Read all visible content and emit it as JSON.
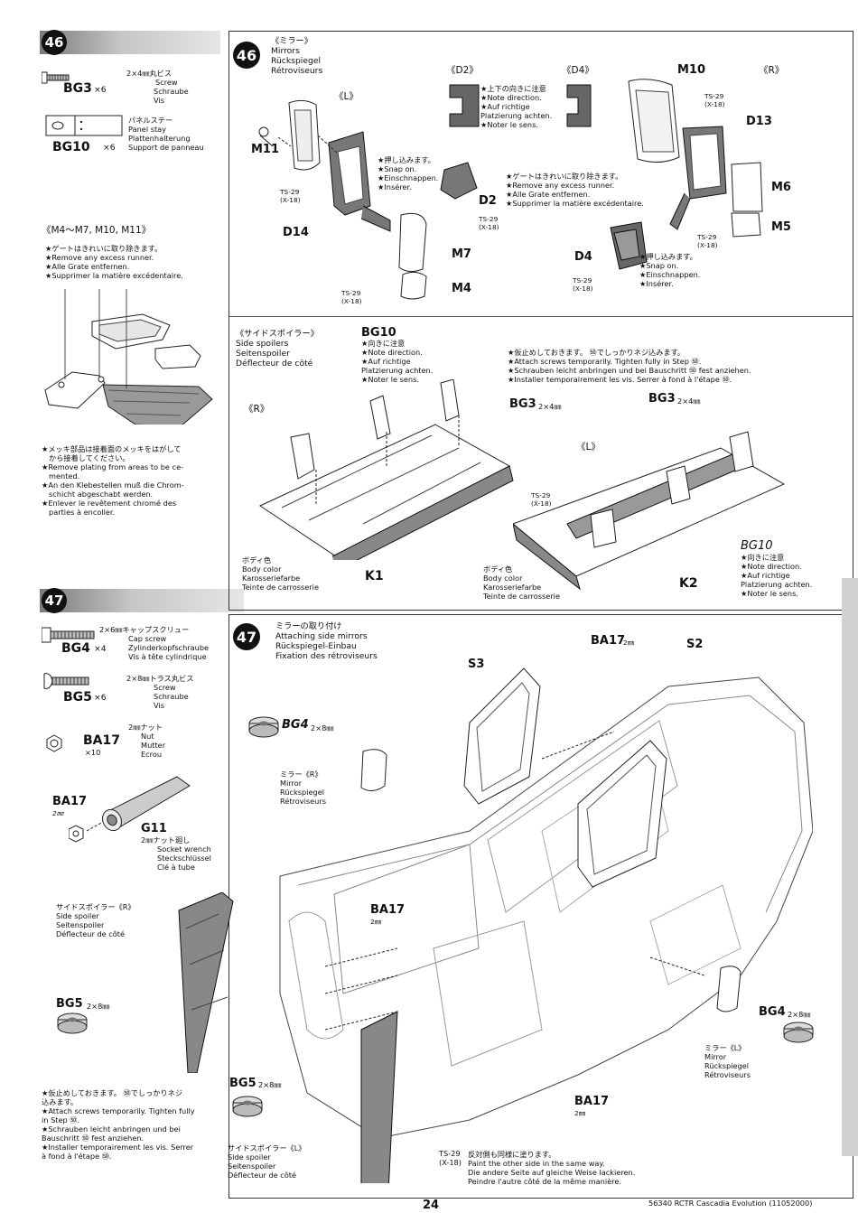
{
  "left46": {
    "step": "46",
    "parts": [
      {
        "code": "BG3",
        "qty": "×6",
        "desc": [
          "2×4㎜丸ビス",
          "Screw",
          "Schraube",
          "Vis"
        ]
      },
      {
        "code": "BG10",
        "qty": "×6",
        "desc": [
          "パネルステー",
          "Panel stay",
          "Plattenhalterung",
          "Support de panneau"
        ]
      }
    ],
    "note1": {
      "title": "《M4〜M7, M10, M11》",
      "lines": [
        "★ゲートはきれいに取り除きます。",
        "★Remove any excess runner.",
        "★Alle Grate entfernen.",
        "★Supprimer la matière excédentaire."
      ]
    },
    "note2": {
      "lines": [
        "★メッキ部品は接着面のメッキをはがして",
        "から接着してください。",
        "★Remove plating from areas to be ce-",
        "mented.",
        "★An den Klebestellen muß die Chrom-",
        "schicht abgeschabt werden.",
        "★Enlever le revêtement chromé des",
        "parties à encoller."
      ]
    }
  },
  "left47": {
    "step": "47",
    "parts": [
      {
        "code": "BG4",
        "qty": "×4",
        "desc": [
          "2×6㎜キャップスクリュー",
          "Cap screw",
          "Zylinderkopfschraube",
          "Vis à tête cylindrique"
        ]
      },
      {
        "code": "BG5",
        "qty": "×6",
        "desc": [
          "2×8㎜トラス丸ビス",
          "Screw",
          "Schraube",
          "Vis"
        ]
      },
      {
        "code": "BA17",
        "qty": "×10",
        "desc": [
          "2㎜ナット",
          "Nut",
          "Mutter",
          "Ecrou"
        ]
      }
    ],
    "tool": {
      "code": "G11",
      "nut": "BA17",
      "nut_size": "2㎜",
      "desc": [
        "2㎜ナット廻し",
        "Socket wrench",
        "Steckschlüssel",
        "Clé à tube"
      ]
    }
  },
  "s46": {
    "title": [
      "《ミラー》",
      "Mirrors",
      "Rückspiegel",
      "Rétroviseurs"
    ],
    "side_l": "《L》",
    "side_r": "《R》",
    "d2_label": "《D2》",
    "d4_label": "《D4》",
    "dir_note": [
      "★上下の向きに注意",
      "★Note direction.",
      "★Auf richtige",
      "Platzierung achten.",
      "★Noter le sens."
    ],
    "snap1": [
      "★押し込みます。",
      "★Snap on.",
      "★Einschnappen.",
      "★Insérer."
    ],
    "gate": [
      "★ゲートはきれいに取り除きます。",
      "★Remove any excess runner.",
      "★Alle Grate entfernen.",
      "★Supprimer la matière excédentaire."
    ],
    "snap2": [
      "★押し込みます。",
      "★Snap on.",
      "★Einschnappen.",
      "★Insérer."
    ],
    "labels": {
      "m11": "M11",
      "d14": "D14",
      "d2": "D2",
      "m7": "M7",
      "m4": "M4",
      "m10": "M10",
      "d13": "D13",
      "m6": "M6",
      "m5": "M5",
      "d4": "D4"
    },
    "ts_code": "TS-29",
    "ts_sub": "(X-18)",
    "spoiler_title": [
      "《サイドスポイラー》",
      "Side spoilers",
      "Seitenspoiler",
      "Déflecteur de côté"
    ],
    "bg10_label": "BG10",
    "bg10_note": [
      "★向きに注意",
      "★Note direction.",
      "★Auf richtige",
      "Platzierung achten.",
      "★Noter le sens."
    ],
    "temp_note": [
      "★仮止めしておきます。 ㊿でしっかりネジ込みます。",
      "★Attach screws temporarily. Tighten fully in Step ㊿.",
      "★Schrauben leicht anbringen und bei Bauschritt ㊿ fest anziehen.",
      "★Installer temporairement les vis. Serrer à fond à l'étape ㊿."
    ],
    "bg3_label": "BG3",
    "bg3_size": "2×4㎜",
    "body_color": [
      "ボディ色",
      "Body color",
      "Karosseriefarbe",
      "Teinte de carrosserie"
    ],
    "k1": "K1",
    "k2": "K2"
  },
  "s47": {
    "title": [
      "ミラーの取り付け",
      "Attaching side mirrors",
      "Rückspiegel-Einbau",
      "Fixation des rétroviseurs"
    ],
    "s3": "S3",
    "s2": "S2",
    "ba17": "BA17",
    "ba17_size": "2㎜",
    "bg4": "BG4",
    "bg4_size": "2×8㎜",
    "bg5": "BG5",
    "bg5_size": "2×8㎜",
    "mirror_r": [
      "ミラー《R》",
      "Mirror",
      "Rückspiegel",
      "Rétroviseurs"
    ],
    "mirror_l": [
      "ミラー《L》",
      "Mirror",
      "Rückspiegel",
      "Rétroviseurs"
    ],
    "spoiler_r": [
      "サイドスポイラー《R》",
      "Side spoiler",
      "Seitenspoiler",
      "Déflecteur de côté"
    ],
    "spoiler_l": [
      "サイドスポイラー《L》",
      "Side spoiler",
      "Seitenspoiler",
      "Déflecteur de côté"
    ],
    "temp_note": [
      "★仮止めしておきます。 ㊿でしっかりネジ",
      "込みます。",
      "★Attach screws temporarily. Tighten fully",
      "in Step ㊿.",
      "★Schrauben leicht anbringen und bei",
      "Bauschritt ㊿ fest anziehen.",
      "★Installer temporairement les vis. Serrer",
      "à fond à l'étape ㊿."
    ],
    "paint_code": "TS-29",
    "paint_sub": "(X-18)",
    "paint_note": [
      "反対側も同様に塗ります。",
      "Paint the other side in the same way.",
      "Die andere Seite auf gleiche Weise lackieren.",
      "Peindre l'autre côté de la même manière."
    ]
  },
  "footer": {
    "page": "24",
    "ref": "56340 RCTR Cascadia Evolution (11052000)"
  }
}
